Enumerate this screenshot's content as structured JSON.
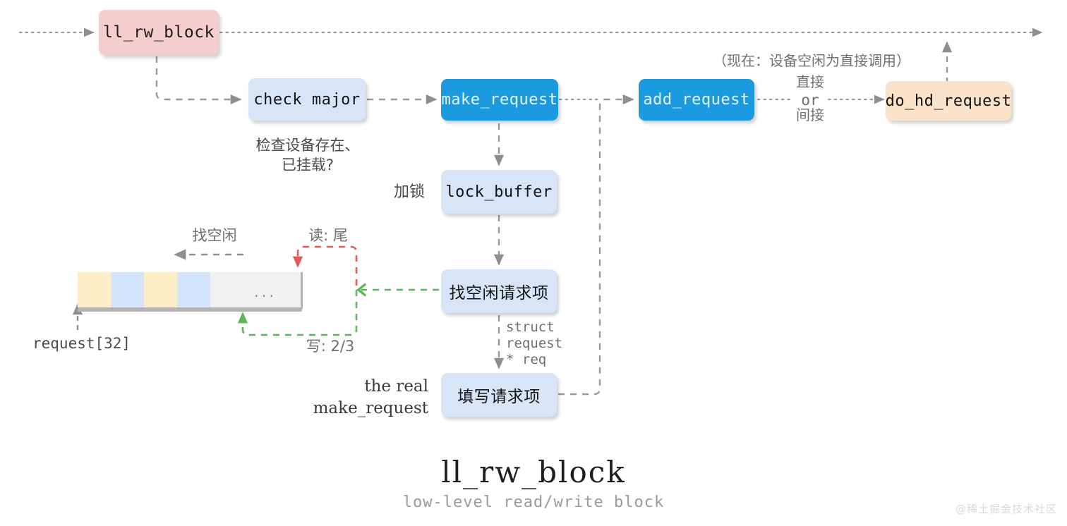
{
  "diagram": {
    "title": "ll_rw_block",
    "subtitle": "low-level read/write block",
    "watermark": "@稀土掘金技术社区"
  },
  "nodes": {
    "ll_rw_block": {
      "label": "ll_rw_block",
      "color": "#f6cdcd"
    },
    "check_major": {
      "label": "check major",
      "color": "#d8e5f7"
    },
    "make_request": {
      "label": "make_request",
      "color": "#1b9ae0"
    },
    "add_request": {
      "label": "add_request",
      "color": "#1b9ae0"
    },
    "do_hd_request": {
      "label": "do_hd_request",
      "color": "#fbe3c9"
    },
    "lock_buffer": {
      "label": "lock_buffer",
      "color": "#d8e5f7"
    },
    "find_free": {
      "label": "找空闲请求项",
      "color": "#d8e5f7"
    },
    "fill_req": {
      "label": "填写请求项",
      "color": "#d8e5f7"
    }
  },
  "annotations": {
    "check_major_note": "检查设备存在、\n已挂载?",
    "direct_note": "（现在：设备空闲为直接调用）",
    "direct": "直接",
    "or": "or",
    "indirect": "间接",
    "lock_note": "加锁",
    "struct_req": "struct\nrequest\n* req",
    "the_real": "the real\nmake_request",
    "find_free_scan": "找空闲",
    "read_tail": "读: 尾",
    "write_frac": "写: 2/3",
    "array_label": "request[32]"
  },
  "array": {
    "name": "request[32]",
    "ellipsis": "...",
    "cells": [
      {
        "fill": "#fdeec7",
        "width": 47
      },
      {
        "fill": "#d4e4fb",
        "width": 47
      },
      {
        "fill": "#fdeec7",
        "width": 47
      },
      {
        "fill": "#d4e4fb",
        "width": 47
      },
      {
        "fill": "#f2f2f2",
        "width": 130
      }
    ]
  },
  "colors": {
    "wire": "#9a9a9a",
    "read_path": "#e05a58",
    "write_path": "#5fb35a",
    "blue_node": "#1b9ae0",
    "pink_node": "#f6cdcd",
    "peach_node": "#fbe3c9",
    "light_blue_node": "#d8e5f7"
  }
}
